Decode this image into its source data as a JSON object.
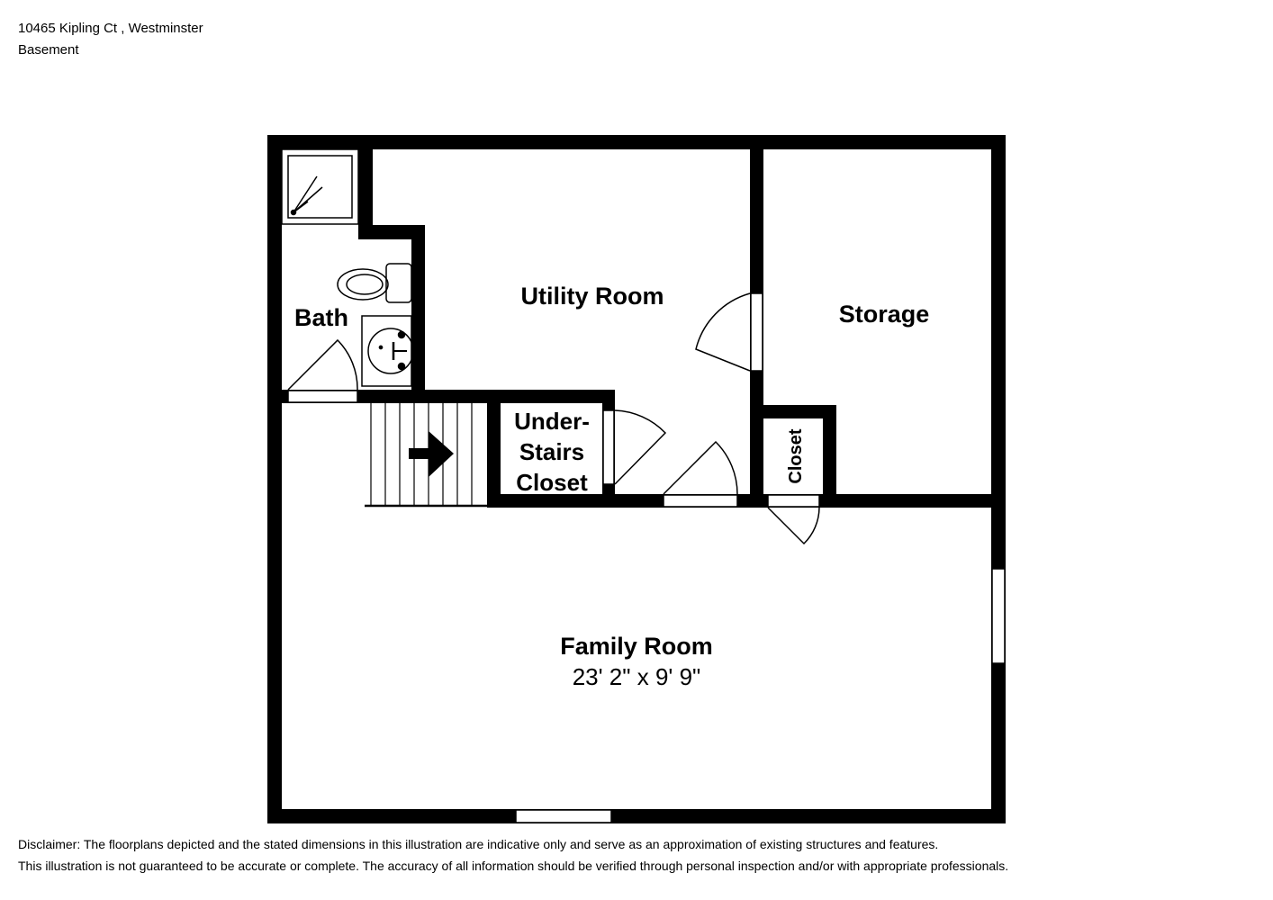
{
  "header": {
    "address": "10465 Kipling Ct , Westminster",
    "floor": "Basement"
  },
  "rooms": {
    "bath": "Bath",
    "utility_room": "Utility Room",
    "storage": "Storage",
    "under_stairs_closet": [
      "Under-",
      "Stairs",
      "Closet"
    ],
    "closet": "Closet",
    "family_room": "Family Room",
    "family_room_dimensions": "23' 2\" x 9' 9\""
  },
  "disclaimer": {
    "line1": "Disclaimer: The floorplans depicted and the stated dimensions in this illustration are indicative only and serve as an approximation of existing structures and features.",
    "line2": "This illustration is not guaranteed to be accurate or complete. The accuracy of all information should be verified through personal inspection and/or with appropriate professionals."
  },
  "colors": {
    "wall": "#000000",
    "background": "#ffffff"
  }
}
